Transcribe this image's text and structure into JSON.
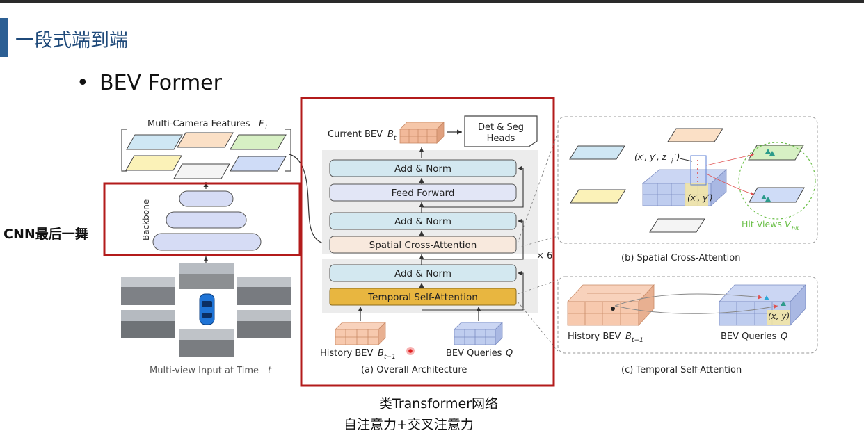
{
  "slide": {
    "title": "一段式端到端",
    "bullet": "•",
    "bullet_text": "BEV Former"
  },
  "notes": {
    "cnn": "CNN最后一舞",
    "transformer": "类Transformer网络",
    "attention": "自注意力+交叉注意力"
  },
  "diagram": {
    "left": {
      "features_label": "Multi-Camera Features",
      "features_symbol": "F",
      "features_sub": "t",
      "backbone": "Backbone",
      "input_label": "Multi-view Input at Time",
      "input_symbol": "t"
    },
    "center": {
      "current_bev": "Current BEV",
      "current_bev_symbol": "B",
      "current_bev_sub": "t",
      "heads": "Det & Seg",
      "heads2": "Heads",
      "add_norm": "Add & Norm",
      "feed_forward": "Feed Forward",
      "spatial_cross": "Spatial Cross-Attention",
      "temporal_self": "Temporal Self-Attention",
      "repeat": "× 6",
      "history_bev": "History BEV",
      "history_symbol": "B",
      "history_sub": "t−1",
      "bev_queries": "BEV Queries",
      "queries_symbol": "Q",
      "caption": "(a) Overall Architecture"
    },
    "right_top": {
      "point3d": "(x′, y′, z",
      "point3d_sub": "j",
      "point3d_end": "′)",
      "point2d": "(x′, y′)",
      "hit_views": "Hit Views",
      "hit_symbol": "V",
      "hit_sub": "hit",
      "caption": "(b) Spatial Cross-Attention"
    },
    "right_bottom": {
      "history_bev": "History BEV",
      "history_symbol": "B",
      "history_sub": "t−1",
      "bev_queries": "BEV Queries",
      "queries_symbol": "Q",
      "point": "(x, y)",
      "caption": "(c) Temporal Self-Attention"
    }
  },
  "colors": {
    "title_blue": "#1f4a7a",
    "highlight_red": "#b31b1b",
    "block_blue": "#d3e8f0",
    "block_orange": "#f6e6da",
    "block_yellow": "#e8b640",
    "grid_orange": "#f2b99a",
    "grid_blue": "#b9c9ee",
    "green": "#6cc04a"
  }
}
